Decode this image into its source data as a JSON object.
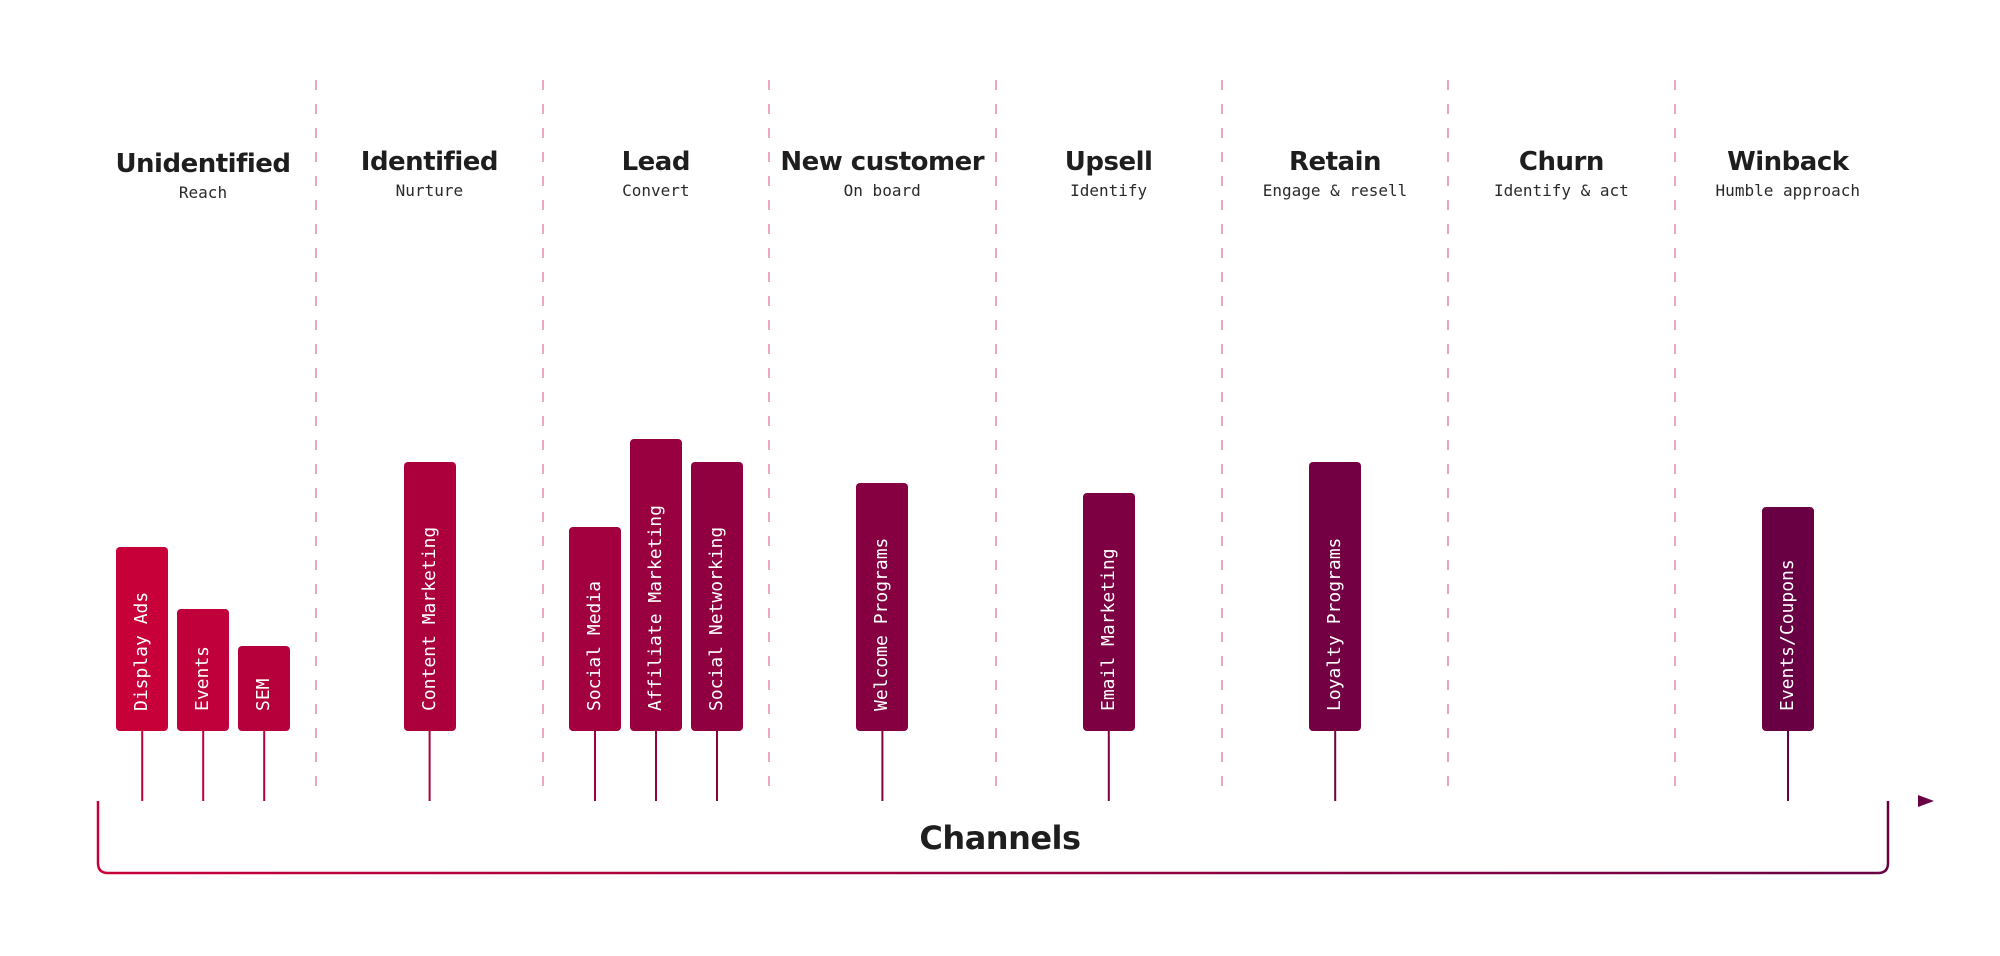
{
  "diagram": {
    "axis_label": "Channels",
    "colors": {
      "start": "#c8003a",
      "end": "#6a0044",
      "divider": "#e58aab",
      "text": "#1e1e1e"
    },
    "stages": [
      {
        "title": "Unidentified",
        "subtitle": "Reach",
        "channels": [
          {
            "label": "Display Ads",
            "level": 0.54
          },
          {
            "label": "Events",
            "level": 0.36
          },
          {
            "label": "SEM",
            "level": 0.25
          }
        ]
      },
      {
        "title": "Identified",
        "subtitle": "Nurture",
        "channels": [
          {
            "label": "Content Marketing",
            "level": 0.79
          }
        ]
      },
      {
        "title": "Lead",
        "subtitle": "Convert",
        "channels": [
          {
            "label": "Social Media",
            "level": 0.6
          },
          {
            "label": "Affiliate Marketing",
            "level": 0.86
          },
          {
            "label": "Social Networking",
            "level": 0.79
          }
        ]
      },
      {
        "title": "New customer",
        "subtitle": "On board",
        "channels": [
          {
            "label": "Welcome Programs",
            "level": 0.73
          }
        ]
      },
      {
        "title": "Upsell",
        "subtitle": "Identify",
        "channels": [
          {
            "label": "Email Marketing",
            "level": 0.7
          }
        ]
      },
      {
        "title": "Retain",
        "subtitle": "Engage & resell",
        "channels": [
          {
            "label": "Loyalty Programs",
            "level": 0.79
          }
        ]
      },
      {
        "title": "Churn",
        "subtitle": "Identify & act",
        "channels": []
      },
      {
        "title": "Winback",
        "subtitle": "Humble approach",
        "channels": [
          {
            "label": "Events/Coupons",
            "level": 0.66
          }
        ]
      }
    ]
  }
}
